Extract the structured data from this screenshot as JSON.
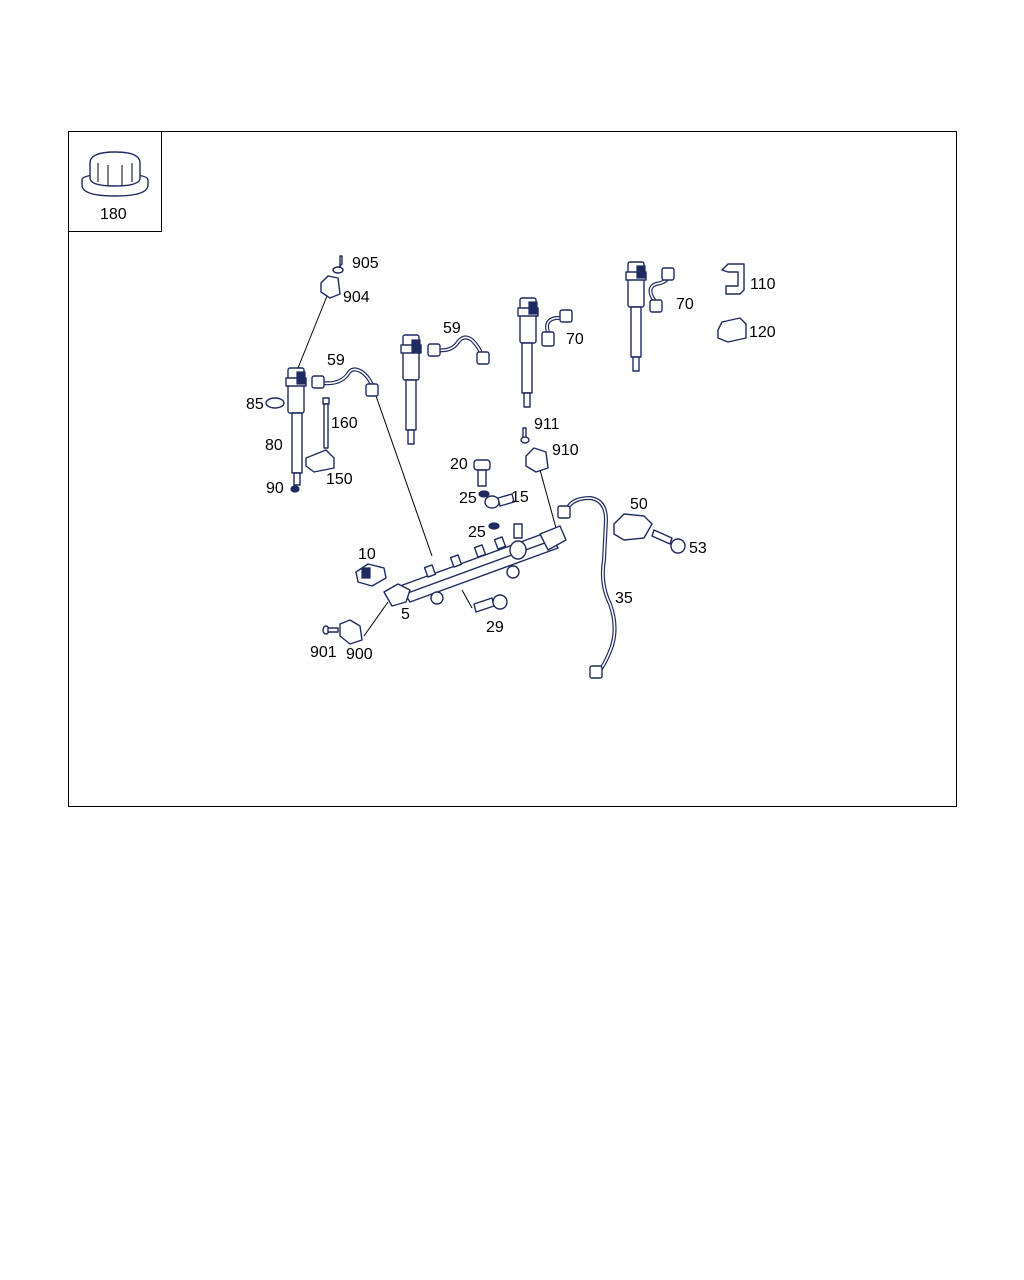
{
  "legend": {
    "label": "180",
    "icon": "cap-icon"
  },
  "callouts": {
    "c905": "905",
    "c904": "904",
    "c85": "85",
    "c80": "80",
    "c90": "90",
    "c160": "160",
    "c150": "150",
    "c59a": "59",
    "c59b": "59",
    "c70a": "70",
    "c70b": "70",
    "c110": "110",
    "c120": "120",
    "c911": "911",
    "c910": "910",
    "c20": "20",
    "c25a": "25",
    "c15": "15",
    "c25b": "25",
    "c50": "50",
    "c53": "53",
    "c10": "10",
    "c5": "5",
    "c29": "29",
    "c35": "35",
    "c901": "901",
    "c900": "900"
  },
  "colors": {
    "line": "#1f2a60",
    "frame": "#000000",
    "background": "#ffffff"
  }
}
